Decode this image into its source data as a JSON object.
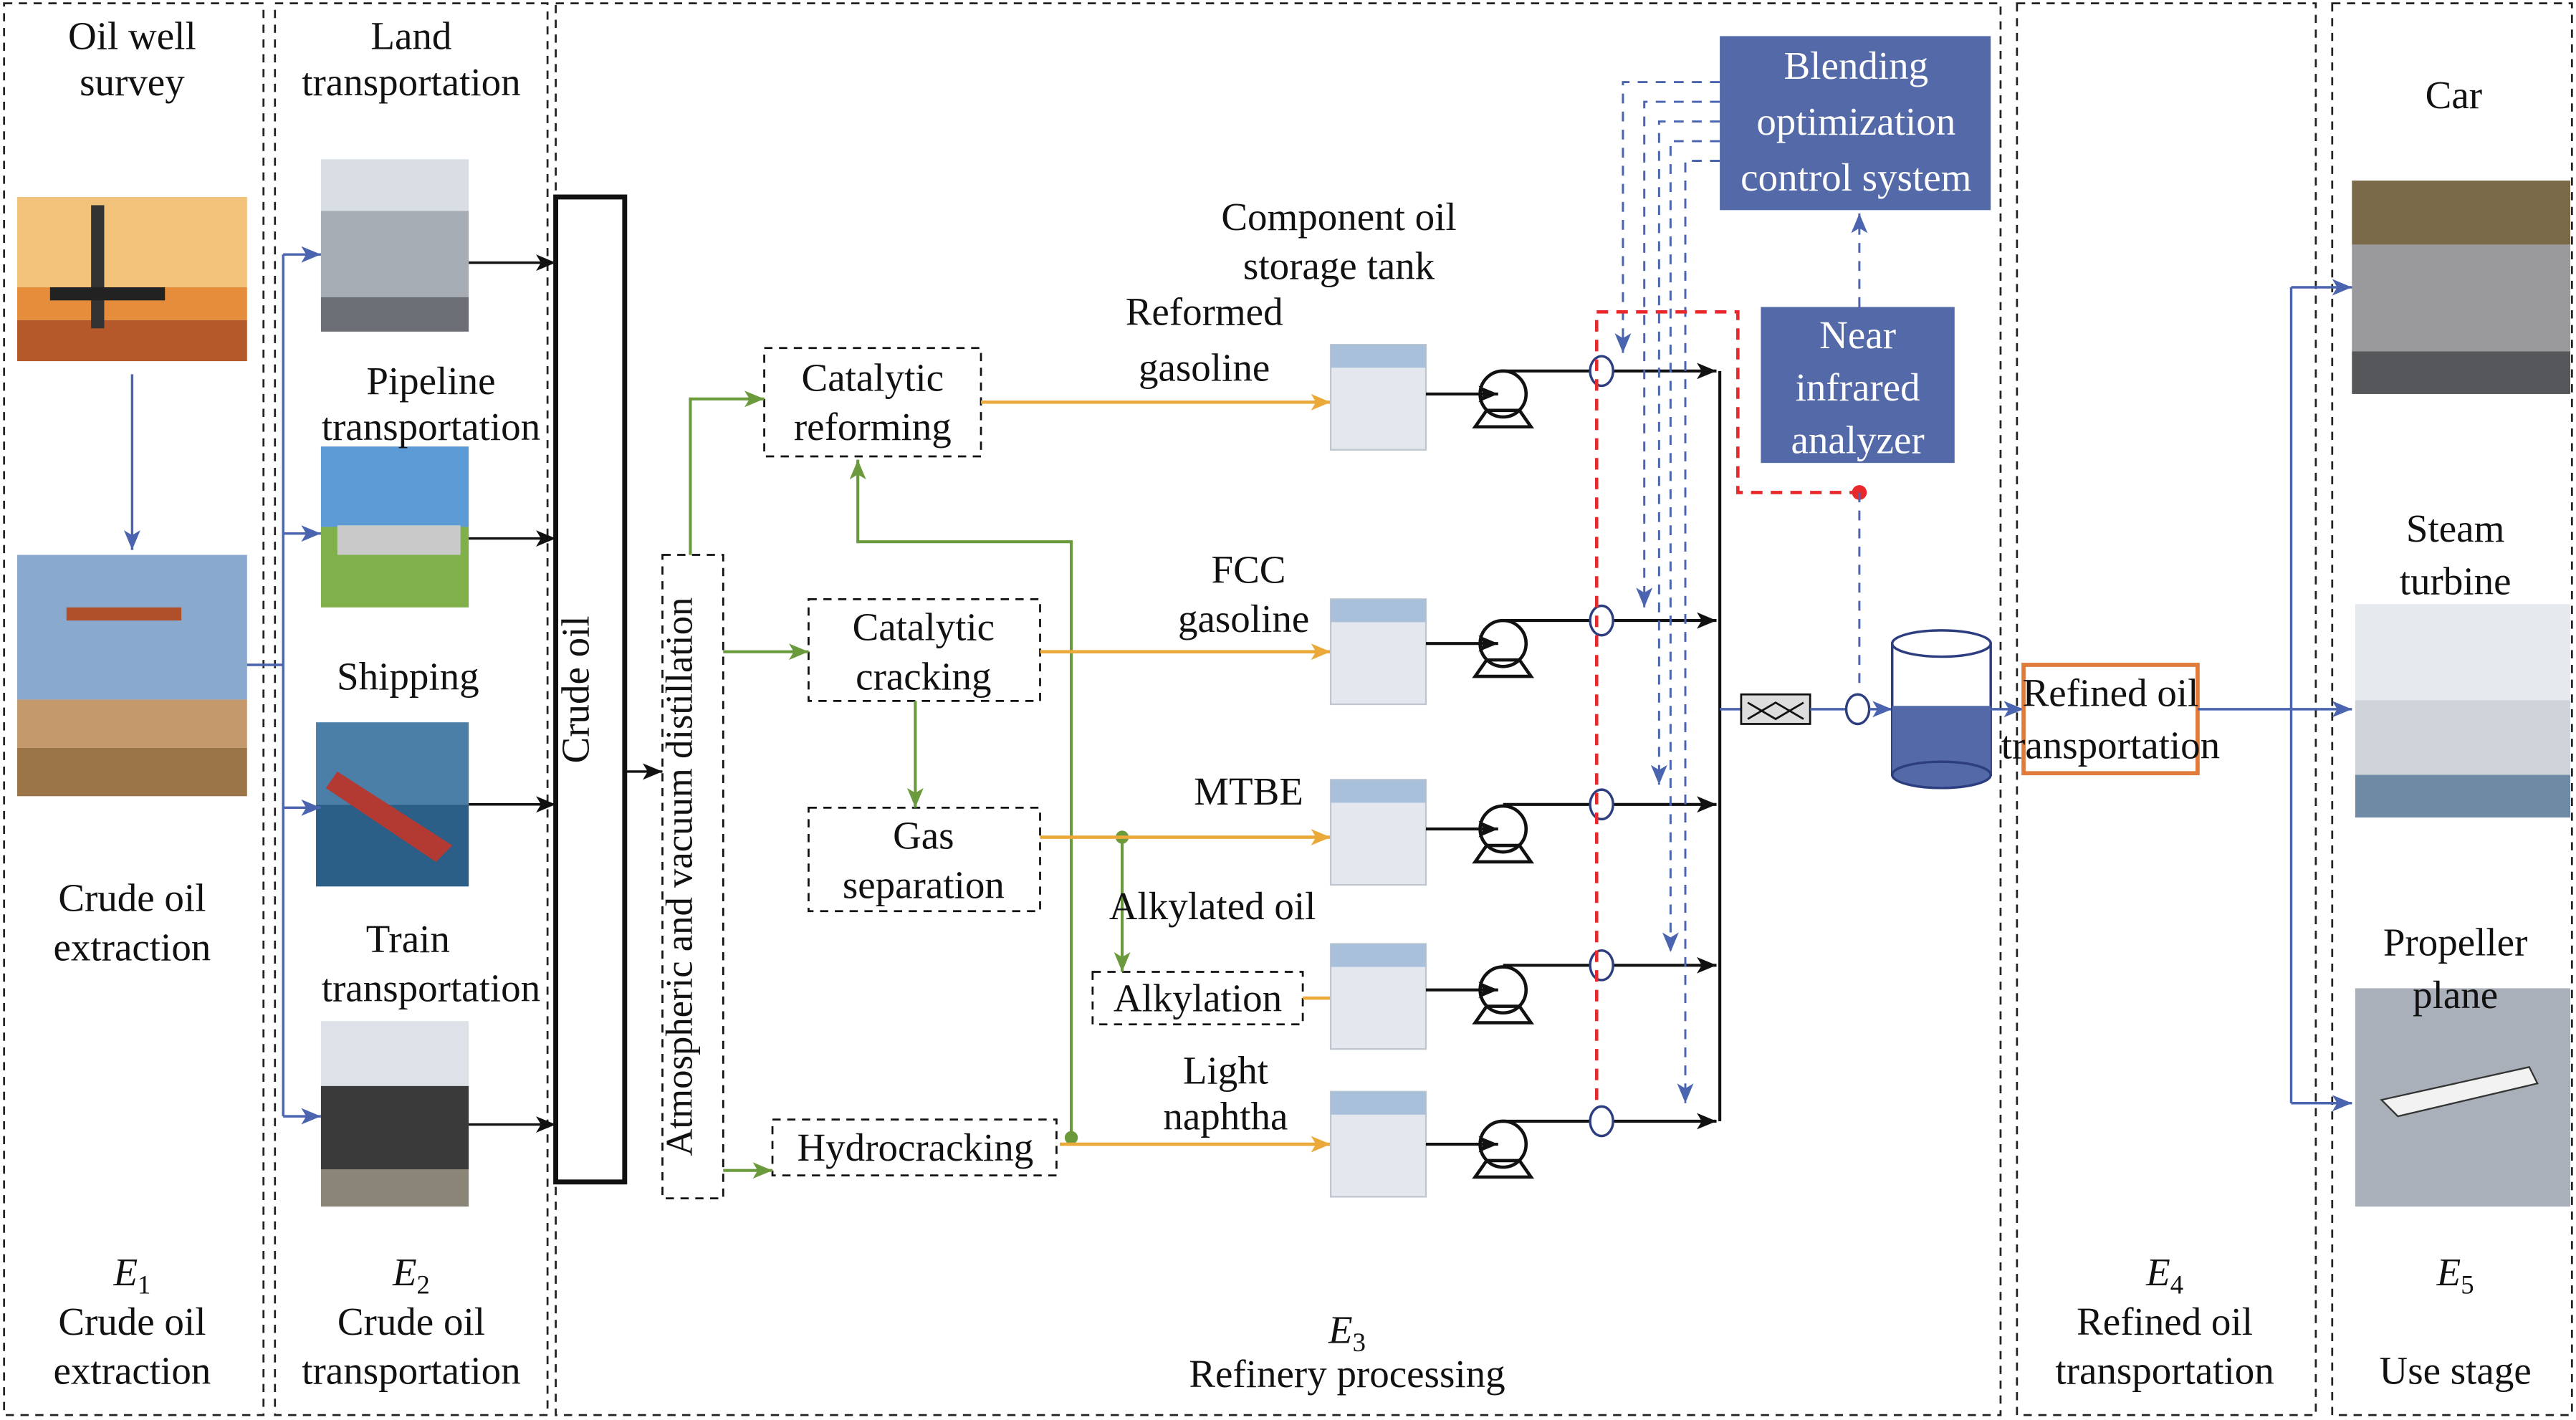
{
  "colors": {
    "blue_box": "#5469a8",
    "green": "#6a9a3c",
    "orange": "#eba93a",
    "red": "#e8282a",
    "blue_line": "#4a64b0",
    "refined_box": "#e07b3a",
    "black": "#111111"
  },
  "stages": [
    {
      "letter": "E",
      "index": "1",
      "name_lines": [
        "Crude oil",
        "extraction"
      ]
    },
    {
      "letter": "E",
      "index": "2",
      "name_lines": [
        "Crude oil",
        "transportation"
      ]
    },
    {
      "letter": "E",
      "index": "3",
      "name_lines": [
        "Refinery processing"
      ]
    },
    {
      "letter": "E",
      "index": "4",
      "name_lines": [
        "Refined oil",
        "transportation"
      ]
    },
    {
      "letter": "E",
      "index": "5",
      "name_lines": [
        "Use stage"
      ]
    }
  ],
  "extraction": {
    "survey": [
      "Oil well",
      "survey"
    ],
    "extraction": [
      "Crude oil",
      "extraction"
    ]
  },
  "transport": [
    {
      "lines": [
        "Land",
        "transportation"
      ]
    },
    {
      "lines": [
        "Pipeline",
        "transportation"
      ]
    },
    {
      "lines": [
        "Shipping"
      ]
    },
    {
      "lines": [
        "Train",
        "transportation"
      ]
    }
  ],
  "crude_oil": "Crude oil",
  "distillation": "Atmospheric and vacuum distillation",
  "units": {
    "reforming": [
      "Catalytic",
      "reforming"
    ],
    "cracking": [
      "Catalytic",
      "cracking"
    ],
    "gas_separation": [
      "Gas",
      "separation"
    ],
    "alkylation": "Alkylation",
    "hydrocracking": "Hydrocracking"
  },
  "storage_title": [
    "Component oil",
    "storage tank"
  ],
  "components": [
    {
      "lines": [
        "Reformed",
        "gasoline"
      ]
    },
    {
      "lines": [
        "FCC",
        "gasoline"
      ]
    },
    {
      "lines": [
        "MTBE"
      ]
    },
    {
      "lines": [
        "Alkylated oil"
      ]
    },
    {
      "lines": [
        "Light",
        "naphtha"
      ]
    }
  ],
  "blending_system": [
    "Blending",
    "optimization",
    "control system"
  ],
  "nir_analyzer": [
    "Near",
    "infrared",
    "analyzer"
  ],
  "refined_transport": [
    "Refined oil",
    "transportation"
  ],
  "uses": [
    {
      "lines": [
        "Car"
      ]
    },
    {
      "lines": [
        "Steam",
        "turbine"
      ]
    },
    {
      "lines": [
        "Propeller",
        "plane"
      ]
    }
  ]
}
